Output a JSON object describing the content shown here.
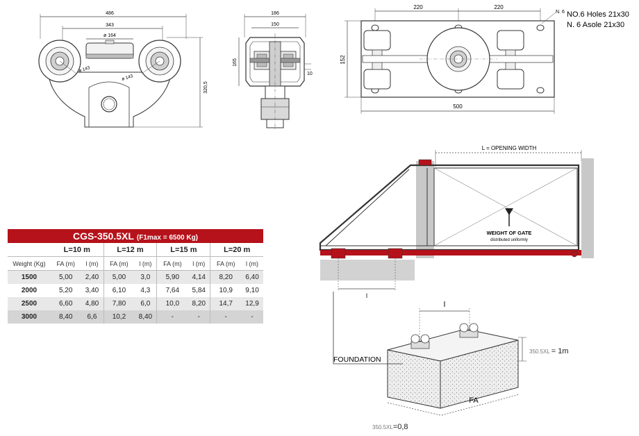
{
  "front_view": {
    "dim_total": "486",
    "dim_inner": "343",
    "dim_center": "ø 164",
    "dim_wheel_left": "ø 143",
    "dim_wheel_right": "ø 143",
    "dim_height": "320,5"
  },
  "side_view": {
    "dim_width": "186",
    "dim_inner": "150",
    "dim_height": "165",
    "dim_gap": "10"
  },
  "top_view": {
    "dim_left": "220",
    "dim_right": "220",
    "dim_depth": "152",
    "dim_length": "500",
    "holes_label_short": "N. 6",
    "holes_en": "NO.6 Holes 21x30",
    "holes_it": "N. 6 Asole 21x30"
  },
  "table": {
    "title": "CGS-350.5XL",
    "subtitle": "(F1max = 6500 Kg)",
    "lengths": [
      "L=10 m",
      "L=12 m",
      "L=15 m",
      "L=20 m"
    ],
    "weight_header": "Weight (Kg)",
    "fa_header": "FA (m)",
    "l_header": "l (m)",
    "rows": [
      {
        "weight": "1500",
        "cells": [
          "5,00",
          "2,40",
          "5,00",
          "3,0",
          "5,90",
          "4,14",
          "8,20",
          "6,40"
        ]
      },
      {
        "weight": "2000",
        "cells": [
          "5,20",
          "3,40",
          "6,10",
          "4,3",
          "7,64",
          "5,84",
          "10,9",
          "9,10"
        ]
      },
      {
        "weight": "2500",
        "cells": [
          "6,60",
          "4,80",
          "7,80",
          "6,0",
          "10,0",
          "8,20",
          "14,7",
          "12,9"
        ]
      },
      {
        "weight": "3000",
        "cells": [
          "8,40",
          "6,6",
          "10,2",
          "8,40",
          "-",
          "-",
          "-",
          "-"
        ]
      }
    ]
  },
  "gate": {
    "opening_width": "L = OPENING WIDTH",
    "weight_label": "WEIGHT OF GATE",
    "weight_sub": "distributed uniformly",
    "spacing_label": "l"
  },
  "foundation": {
    "label": "FOUNDATION",
    "spacing_label": "l",
    "height_model": "350.5XL",
    "height_value": "= 1m",
    "fa_label": "FA",
    "width_model": "350.5XL",
    "width_value": "=0,8"
  },
  "colors": {
    "accent": "#b5121b",
    "wall": "#c8c8c8",
    "line": "#333333"
  }
}
